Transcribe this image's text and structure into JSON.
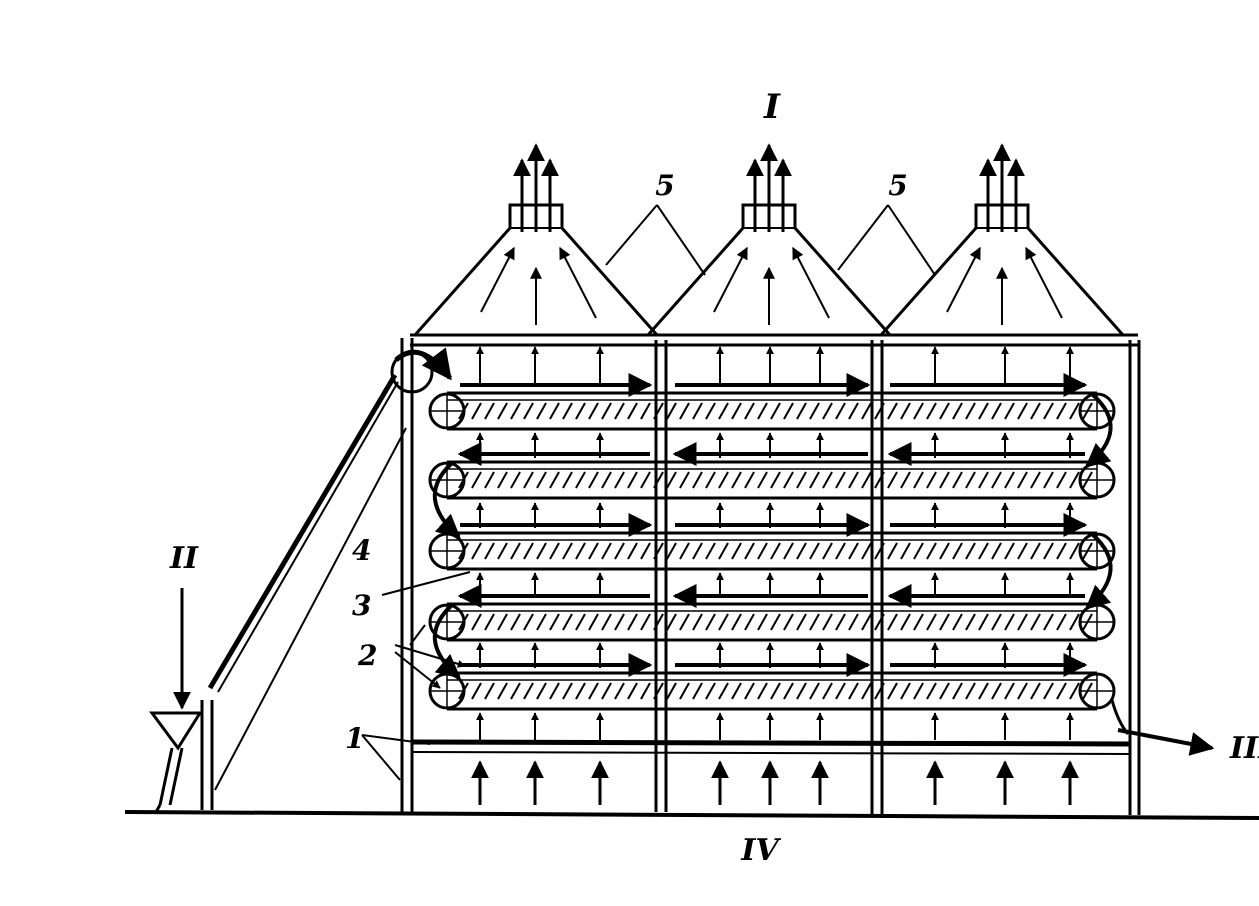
{
  "diagram": {
    "labels": {
      "exhaust": "I",
      "feed": "II",
      "discharge": "III",
      "air_inlet": "IV",
      "part_1": "1",
      "part_2": "2",
      "part_3": "3",
      "part_4": "4",
      "part_5_left": "5",
      "part_5_right": "5"
    },
    "conveyor_levels": 5,
    "sections": 3,
    "hoods": 3,
    "colors": {
      "ink": "#000000",
      "paper": "#ffffff"
    }
  }
}
